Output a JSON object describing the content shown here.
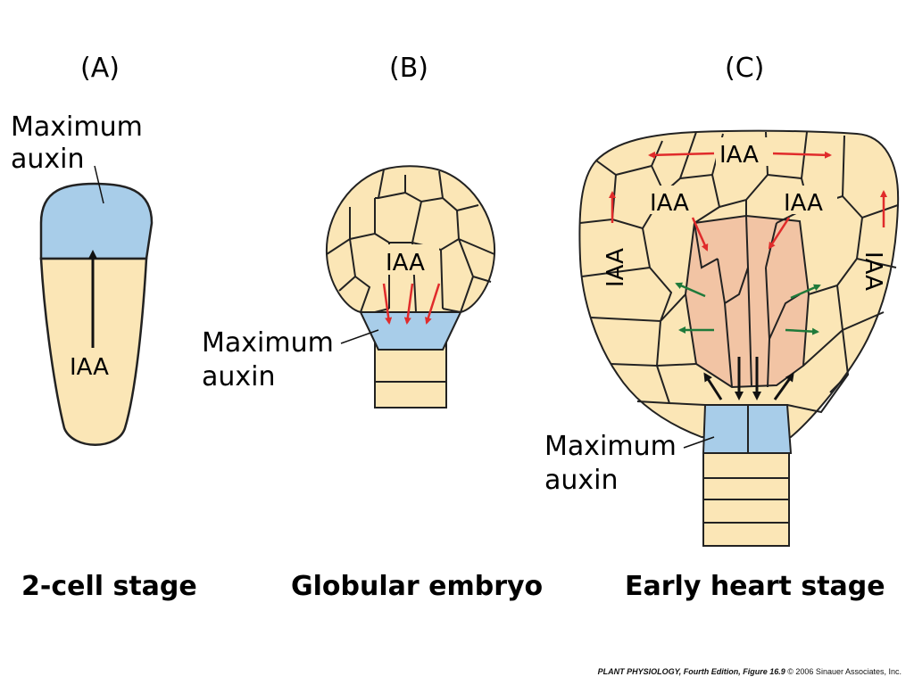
{
  "panels": [
    {
      "label": "(A)",
      "stage": "2-cell stage",
      "max_label_1": "Maximum",
      "max_label_2": "auxin",
      "iaa": "IAA"
    },
    {
      "label": "(B)",
      "stage": "Globular embryo",
      "max_label_1": "Maximum",
      "max_label_2": "auxin",
      "iaa": "IAA"
    },
    {
      "label": "(C)",
      "stage": "Early heart stage",
      "max_label_1": "Maximum",
      "max_label_2": "auxin",
      "iaa_top": "IAA",
      "iaa_left_inner": "IAA",
      "iaa_right_inner": "IAA",
      "iaa_left_vert": "IAA",
      "iaa_right_vert": "IAA"
    }
  ],
  "footer": {
    "book": "PLANT PHYSIOLOGY, Fourth Edition, Figure 16.9",
    "copyright": "© 2006 Sinauer Associates, Inc."
  },
  "colors": {
    "cell": "#fbe6b6",
    "max_auxin": "#a8cde9",
    "vascular": "#f2c4a4",
    "arrow_red": "#e02b2b",
    "arrow_green": "#1f7a3a",
    "arrow_black": "#111111"
  }
}
